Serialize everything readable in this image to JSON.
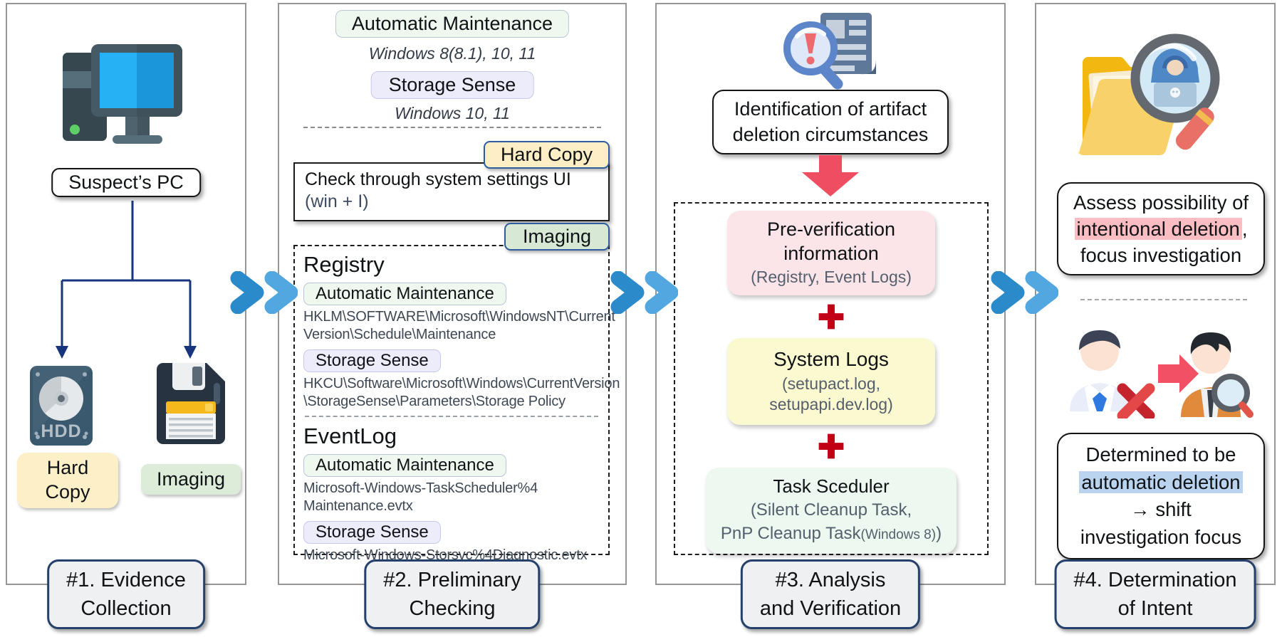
{
  "colors": {
    "chevron_dark": "#2b8aca",
    "chevron_light": "#52a7e0",
    "down_arrow_red": "#ee4d62",
    "plus_red": "#c10016",
    "highlight_pink": "#f9bdc2",
    "highlight_blue": "#bad4f0",
    "tag_green_bg": "#eef8ef",
    "tag_lavender_bg": "#ececfa",
    "tag_hardcopy_bg": "#fdeec6",
    "tag_imaging_bg": "#d7e9d4",
    "box_pink_bg": "#fbe5e8",
    "box_yellow_bg": "#fbf9d0",
    "box_green_bg": "#edf8f0",
    "label_border_navy": "#24406b",
    "connector_navy": "#16357c"
  },
  "icons": {
    "panel1_top": "desktop-computer-icon",
    "panel1_left": "hdd-icon",
    "panel1_right": "floppy-disk-icon",
    "panel3_top": "magnifier-alert-document-icon",
    "panel4_top": "hacker-magnifier-folder-icon",
    "panel4_mid": "suspect-to-investigator-icon",
    "between_panels": "double-chevron-right-icon",
    "panel3_flow": [
      "red-down-arrow-icon",
      "red-plus-icon"
    ]
  },
  "panel1": {
    "pc_label": "Suspect’s PC",
    "hdd_text": "HDD",
    "hard_copy_lines": [
      "Hard",
      "Copy"
    ],
    "imaging_label": "Imaging",
    "title_lines": [
      "#1. Evidence",
      "Collection"
    ]
  },
  "panel2": {
    "auto_maintenance_tag": "Automatic Maintenance",
    "auto_maintenance_versions": "Windows 8(8.1), 10, 11",
    "storage_sense_tag": "Storage Sense",
    "storage_sense_versions": "Windows 10, 11",
    "hard_copy_tag": "Hard Copy",
    "hard_copy_check_lines": [
      "Check through system settings UI",
      "(win + I)"
    ],
    "imaging_tag": "Imaging",
    "registry": {
      "heading": "Registry",
      "am_tag": "Automatic Maintenance",
      "am_path_lines": [
        "HKLM\\SOFTWARE\\Microsoft\\WindowsNT\\Current",
        "Version\\Schedule\\Maintenance"
      ],
      "ss_tag": "Storage Sense",
      "ss_path_lines": [
        "HKCU\\Software\\Microsoft\\Windows\\CurrentVersion",
        "\\StorageSense\\Parameters\\Storage Policy"
      ]
    },
    "eventlog": {
      "heading": "EventLog",
      "am_tag": "Automatic Maintenance",
      "am_path_lines": [
        "Microsoft-Windows-TaskScheduler%4",
        "Maintenance.evtx"
      ],
      "ss_tag": "Storage Sense",
      "ss_path_line": "Microsoft-Windows-Storsvc%4Diagnostic.evtx"
    },
    "title_lines": [
      "#2. Preliminary",
      "Checking"
    ]
  },
  "panel3": {
    "identification_lines": [
      "Identification of artifact",
      "deletion circumstances"
    ],
    "pre_verification": {
      "line1": "Pre-verification",
      "line2": "information",
      "sub": "(Registry, Event Logs)"
    },
    "system_logs": {
      "title": "System Logs",
      "sub_lines": [
        "(setupact.log,",
        "setupapi.dev.log)"
      ]
    },
    "task_scheduler": {
      "title": "Task Sceduler",
      "sub1": "(Silent Cleanup Task,",
      "sub2_main": "PnP Cleanup Task",
      "sub2_small": "(Windows 8)",
      "sub2_close": ")"
    },
    "title_lines": [
      "#3. Analysis",
      "and Verification"
    ]
  },
  "panel4": {
    "assess": {
      "line1": "Assess possibility of",
      "highlight": "intentional deletion",
      "after_highlight": ",",
      "line3": "focus investigation"
    },
    "determined": {
      "line1": "Determined to be",
      "highlight": "automatic deletion",
      "line3": "→ shift",
      "line4": "investigation focus"
    },
    "title_lines": [
      "#4. Determination",
      "of Intent"
    ]
  }
}
